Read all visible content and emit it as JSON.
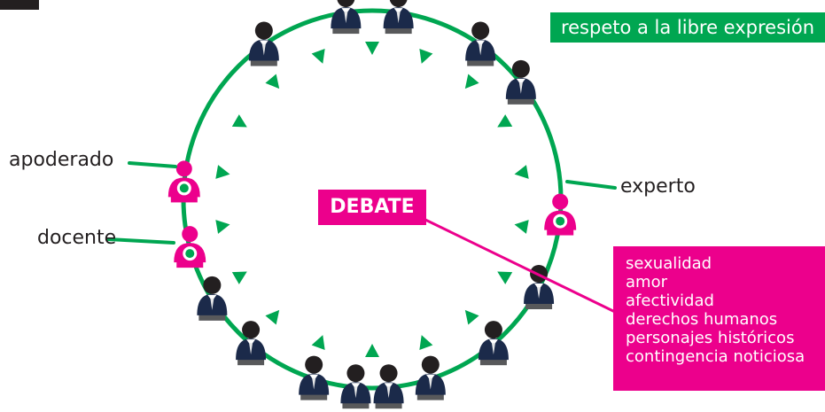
{
  "header_badge": "respeto a la libre expresión",
  "center_label": "DEBATE",
  "roles": {
    "left_top": "apoderado",
    "left_bottom": "docente",
    "right": "experto"
  },
  "topics": [
    "sexualidad",
    "amor",
    "afectividad",
    "derechos humanos",
    "personajes históricos",
    "contingencia noticiosa"
  ],
  "colors": {
    "circle": "#00a651",
    "arrow": "#00a651",
    "highlight": "#ec008c",
    "suit": "#1b2a4a",
    "head": "#231f20",
    "base": "#58595b"
  },
  "icons": {
    "participant": "person-suit-icon",
    "role_person": "person-highlight-icon",
    "arrow": "triangle-arrow-icon"
  }
}
